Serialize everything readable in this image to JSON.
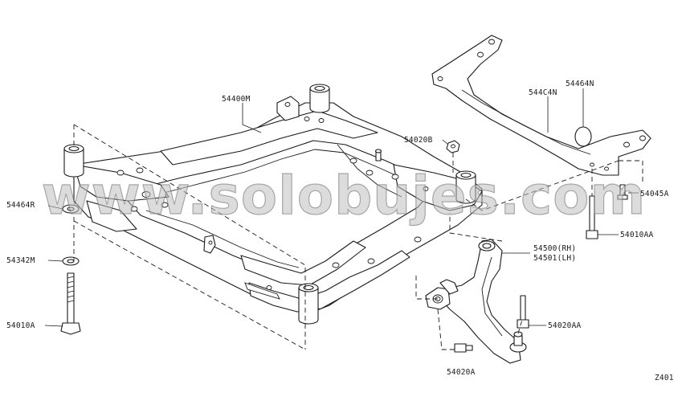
{
  "diagram": {
    "watermark": "www.solobujes.com",
    "figure_code": "Z401",
    "callouts": [
      {
        "id": "54400M",
        "text": "54400M"
      },
      {
        "id": "54464R",
        "text": "54464R"
      },
      {
        "id": "54342M",
        "text": "54342M"
      },
      {
        "id": "54010A",
        "text": "54010A"
      },
      {
        "id": "54020B",
        "text": "54020B"
      },
      {
        "id": "544C4N",
        "text": "544C4N"
      },
      {
        "id": "54464N",
        "text": "54464N"
      },
      {
        "id": "54045A",
        "text": "54045A"
      },
      {
        "id": "54010AA",
        "text": "54010AA"
      },
      {
        "id": "54500RH",
        "text": "54500(RH)"
      },
      {
        "id": "54501LH",
        "text": "54501(LH)"
      },
      {
        "id": "54020AA",
        "text": "54020AA"
      },
      {
        "id": "54020A",
        "text": "54020A"
      }
    ]
  }
}
